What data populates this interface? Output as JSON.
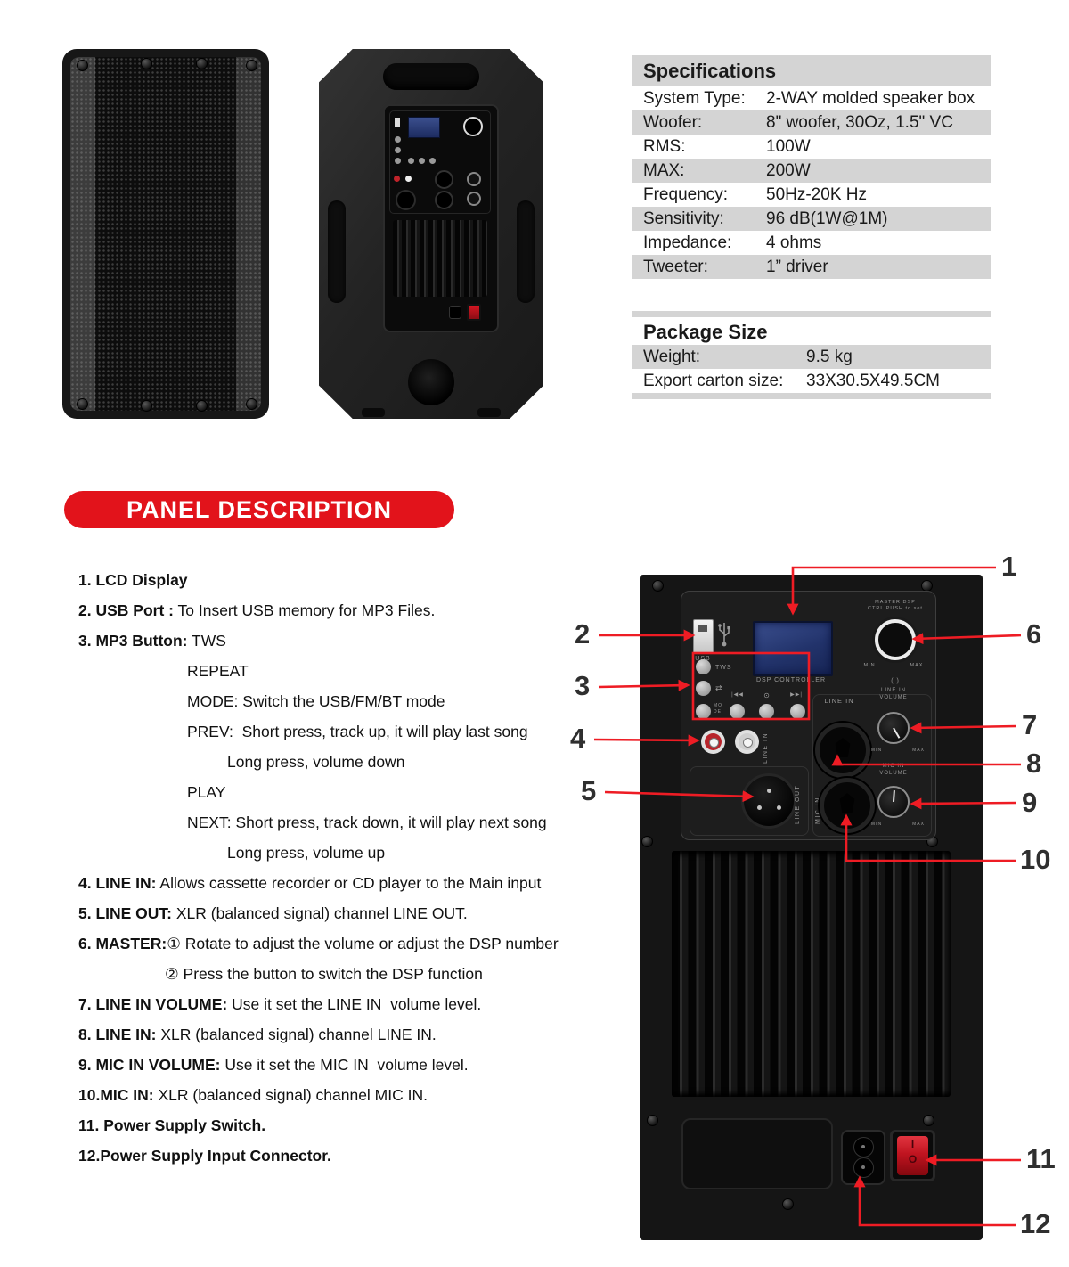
{
  "specifications": {
    "title": "Specifications",
    "rows": [
      {
        "label": "System Type:",
        "value": "2-WAY molded speaker box"
      },
      {
        "label": "Woofer:",
        "value": "8\" woofer, 30Oz, 1.5\" VC"
      },
      {
        "label": "RMS:",
        "value": "100W"
      },
      {
        "label": "MAX:",
        "value": "200W"
      },
      {
        "label": "Frequency:",
        "value": "50Hz-20K Hz"
      },
      {
        "label": "Sensitivity:",
        "value": "96 dB(1W@1M)"
      },
      {
        "label": "Impedance:",
        "value": "4 ohms"
      },
      {
        "label": "Tweeter:",
        "value": "1” driver"
      }
    ]
  },
  "package": {
    "title": "Package Size",
    "rows": [
      {
        "label": "Weight:",
        "value": "9.5 kg"
      },
      {
        "label": "Export carton size:",
        "value": "33X30.5X49.5CM"
      }
    ]
  },
  "banner": {
    "label": "PANEL DESCRIPTION"
  },
  "descriptions": {
    "items": [
      {
        "bold": "1. LCD Display",
        "text": "",
        "indent": 0
      },
      {
        "bold": "2. USB Port :",
        "text": " To Insert USB memory for MP3 Files.",
        "indent": 0
      },
      {
        "bold": "3. MP3 Button:",
        "text": " TWS",
        "indent": 0
      },
      {
        "bold": "",
        "text": "REPEAT",
        "indent": 1
      },
      {
        "bold": "",
        "text": "MODE: Switch the USB/FM/BT mode",
        "indent": 1
      },
      {
        "bold": "",
        "text": "PREV:  Short press, track up, it will play last song",
        "indent": 1
      },
      {
        "bold": "",
        "text": "Long press, volume down",
        "indent": 2
      },
      {
        "bold": "",
        "text": "PLAY",
        "indent": 1
      },
      {
        "bold": "",
        "text": "NEXT: Short press, track down, it will play next song",
        "indent": 1
      },
      {
        "bold": "",
        "text": "Long press, volume up",
        "indent": 2
      },
      {
        "bold": "4. LINE IN:",
        "text": " Allows cassette recorder or CD player to the Main input",
        "indent": 0
      },
      {
        "bold": "5. LINE OUT:",
        "text": " XLR (balanced signal) channel LINE OUT.",
        "indent": 0
      },
      {
        "bold": "6. MASTER:",
        "text": "① Rotate to adjust the volume or adjust the DSP number",
        "indent": 0
      },
      {
        "bold": "",
        "text": "② Press the button to switch the DSP function",
        "indent": 3
      },
      {
        "bold": "7. LINE IN VOLUME:",
        "text": " Use it set the LINE IN  volume level.",
        "indent": 0
      },
      {
        "bold": "8. LINE IN:",
        "text": " XLR (balanced signal) channel LINE IN.",
        "indent": 0
      },
      {
        "bold": "9. MIC IN VOLUME:",
        "text": " Use it set the MIC IN  volume level.",
        "indent": 0
      },
      {
        "bold": "10.MIC IN:",
        "text": " XLR (balanced signal) channel MIC IN.",
        "indent": 0
      },
      {
        "bold": "11. Power Supply Switch.",
        "text": "",
        "indent": 0
      },
      {
        "bold": "12.Power Supply Input Connector.",
        "text": "",
        "indent": 0
      }
    ]
  },
  "callouts": [
    "1",
    "2",
    "3",
    "4",
    "5",
    "6",
    "7",
    "8",
    "9",
    "10",
    "11",
    "12"
  ],
  "panel": {
    "usb": "USB",
    "tws": "TWS",
    "repeat_icon": "⇄",
    "mode_line1": "MO",
    "mode_line2": "DE",
    "prev_icon": "|◀◀",
    "play_icon": "⊙",
    "next_icon": "▶▶|",
    "dsp_controller": "DSP CONTROLLER",
    "master_line1": "MASTER DSP",
    "master_line2": "CTRL PUSH to set",
    "bracket": "( )",
    "min": "MIN",
    "max": "MAX",
    "line_in": "LINE IN",
    "volume": "VOLUME",
    "mic_in": "MIC IN",
    "line_out": "LINE OUT",
    "power_on": "I",
    "power_off": "O"
  },
  "colors": {
    "accent_red": "#e2131b",
    "callout_red": "#ee1c24",
    "table_gray": "#d4d4d4",
    "lcd_blue": "#22336b"
  }
}
